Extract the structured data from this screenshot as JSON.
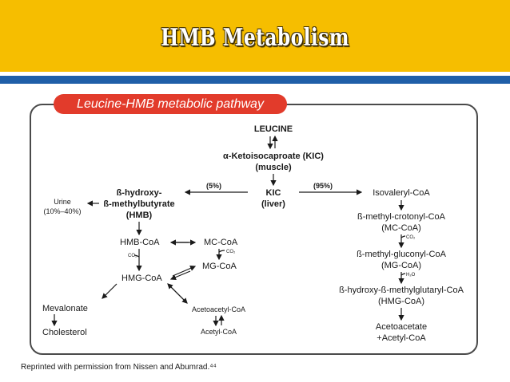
{
  "title": "HMB Metabolism",
  "header_color": "#f6be00",
  "stripe_color": "#1f5fa8",
  "pill_color": "#e23b2b",
  "diagram": {
    "heading": "Leucine-HMB metabolic pathway",
    "leucine": "LEUCINE",
    "kic_muscle_1": "α-Ketoisocaproate (KIC)",
    "kic_muscle_2": "(muscle)",
    "kic_liver_1": "KIC",
    "kic_liver_2": "(liver)",
    "pct_left": "(5%)",
    "pct_right": "(95%)",
    "hmb_1": "ß-hydroxy-",
    "hmb_2": "ß-methylbutyrate",
    "hmb_3": "(HMB)",
    "urine_1": "Urine",
    "urine_2": "(10%–40%)",
    "hmb_coa": "HMB-CoA",
    "mc_coa_left": "MC-CoA",
    "mg_coa_left": "MG-CoA",
    "hmg_coa_left": "HMG-CoA",
    "co2_a": "CO₂",
    "co2_b": "CO₂",
    "mevalonate": "Mevalonate",
    "cholesterol": "Cholesterol",
    "acetoacetyl_coa": "Acetoacetyl-CoA",
    "acetyl_coa_left": "Acetyl-CoA",
    "isovaleryl": "Isovaleryl-CoA",
    "mc_1": "ß-methyl-crotonyl-CoA",
    "mc_2": "(MC-CoA)",
    "co2_c": "CO₂",
    "mg_1": "ß-methyl-gluconyl-CoA",
    "mg_2": "(MG-CoA)",
    "h2o": "H₂O",
    "hmg_1": "ß-hydroxy-ß-methylglutaryl-CoA",
    "hmg_2": "(HMG-CoA)",
    "aceto_1": "Acetoacetate",
    "aceto_2": "+Acetyl-CoA"
  },
  "footnote": "Reprinted with permission from Nissen and Abumrad.⁴⁴"
}
